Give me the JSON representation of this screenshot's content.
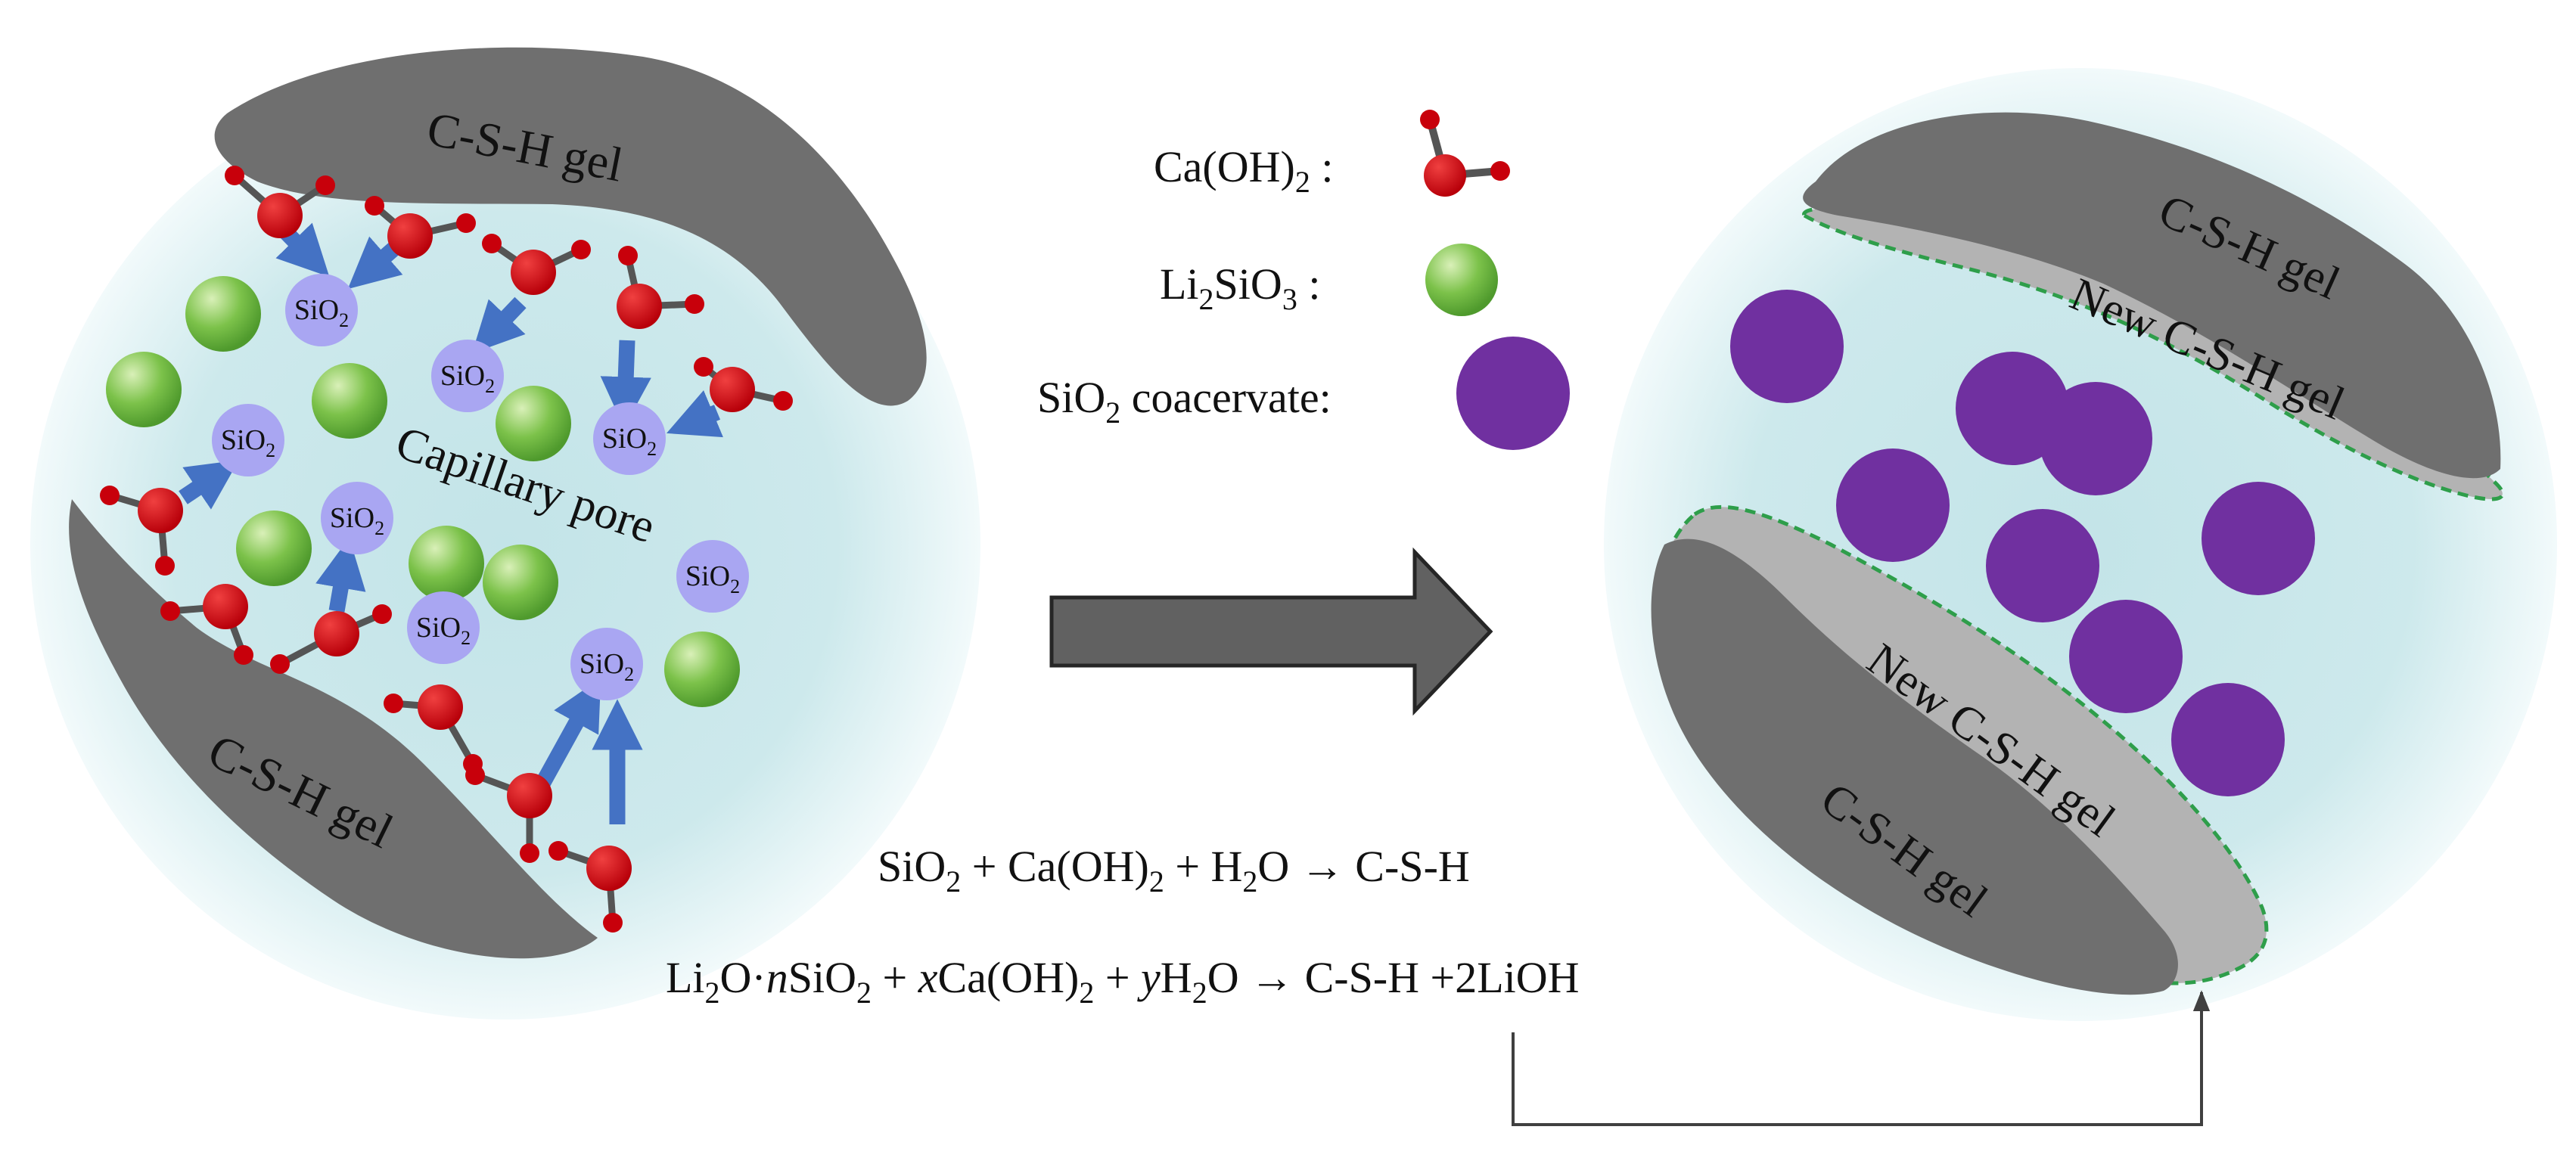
{
  "left_panel": {
    "csh_top": "C-S-H gel",
    "csh_bottom": "C-S-H gel",
    "pore_label": "Capillary pore",
    "sio2_label": "SiO",
    "sio2_sub": "2"
  },
  "legend": {
    "caoh2": {
      "main": "Ca(OH)",
      "sub": "2",
      "suffix": " :"
    },
    "li2sio3": {
      "p1": "Li",
      "s1": "2",
      "p2": "SiO",
      "s2": "3",
      "suffix": " :"
    },
    "sio2_coacervate": {
      "p1": "SiO",
      "s1": "2",
      "suffix": " coacervate:"
    }
  },
  "right_panel": {
    "csh_top": "C-S-H gel",
    "new_csh_top": "New C-S-H gel",
    "new_csh_bottom": "New C-S-H gel",
    "csh_bottom": "C-S-H gel"
  },
  "equations": {
    "eq1": {
      "a": "SiO",
      "a_sub": "2",
      "b": " + Ca(OH)",
      "b_sub": "2",
      "c": " + H",
      "c_sub": "2",
      "d": "O → C-S-H"
    },
    "eq2": {
      "a": "Li",
      "a_sub": "2",
      "b": "O·",
      "n": "n",
      "c": "SiO",
      "c_sub": "2",
      "d": " + ",
      "x": "x",
      "e": "Ca(OH)",
      "e_sub": "2",
      "f": " + ",
      "y": "y",
      "g": "H",
      "g_sub": "2",
      "h": "O → C-S-H +2LiOH"
    }
  },
  "colors": {
    "csh_dark": "#6f6f6f",
    "csh_new": "#b3b3b3",
    "pore_center": "#c5e6ea",
    "sio2_particle": "#a9a6f2",
    "caoh2_atom": "#d0000c",
    "li2sio3_particle": "#6cb23f",
    "coacervate": "#7030a0",
    "reaction_arrow": "#4472c4",
    "process_arrow": "#505050",
    "new_layer_outline": "#2e9e4a"
  }
}
